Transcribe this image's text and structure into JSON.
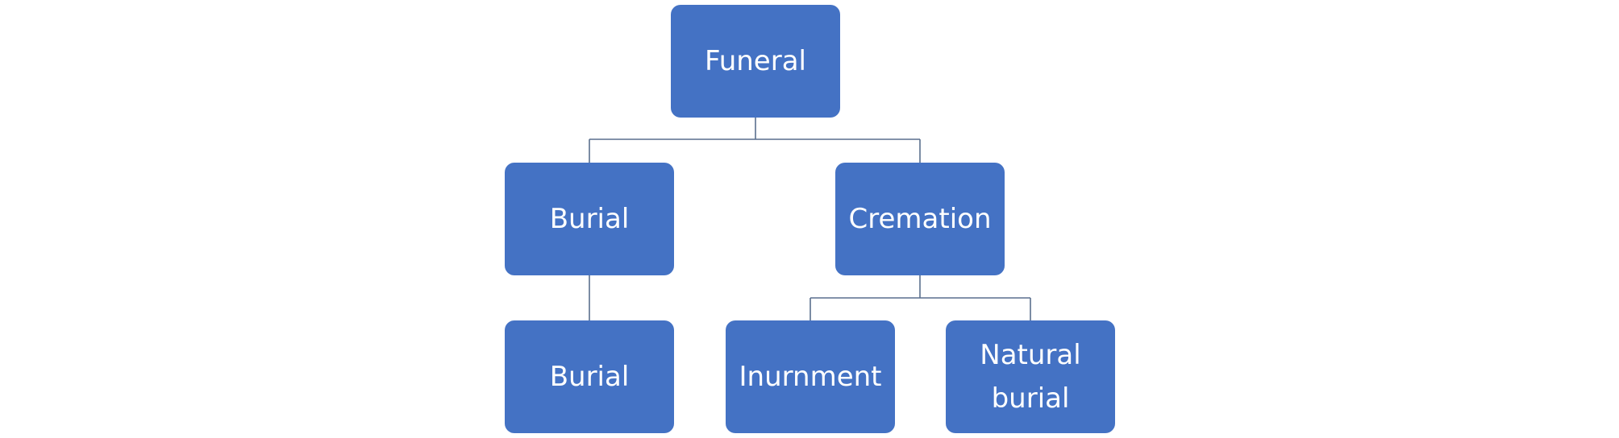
{
  "diagram": {
    "type": "hierarchy",
    "colors": {
      "node_fill": "#4472c4",
      "node_text": "#ffffff",
      "connector": "#5a6f8d",
      "background": "#ffffff"
    },
    "nodes": {
      "root": "Funeral",
      "burial": "Burial",
      "cremation": "Cremation",
      "burial_child": "Burial",
      "inurnment": "Inurnment",
      "natural_burial": "Natural burial"
    },
    "edges": [
      [
        "Funeral",
        "Burial"
      ],
      [
        "Funeral",
        "Cremation"
      ],
      [
        "Burial",
        "Burial"
      ],
      [
        "Cremation",
        "Inurnment"
      ],
      [
        "Cremation",
        "Natural burial"
      ]
    ]
  }
}
